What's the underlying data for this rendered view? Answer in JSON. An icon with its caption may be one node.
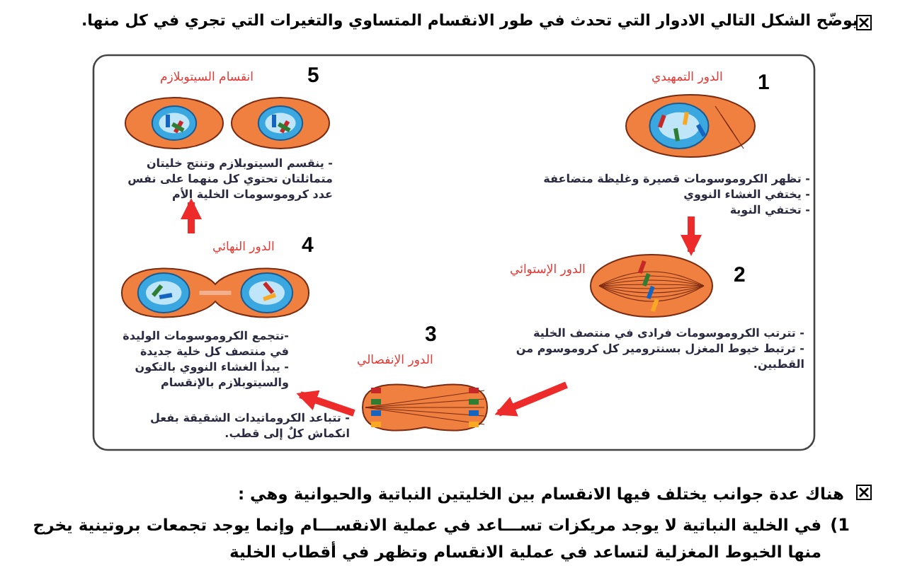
{
  "diagram": {
    "title": "يوضّح الشكل التالي الادوار التي تحدث في طور الانقسام المتساوي والتغيرات التي تجري في كل منها.",
    "nodes": [
      {
        "text": [
          "1",
          "الدور التمهيدي",
          "- تظهر الكروموسومات قصيرة وغليظة متضاعفة",
          "- يختفي الغشاء النووي",
          "- تختفي النوية"
        ]
      },
      {
        "text": [
          "2",
          "الدور الإستوائي",
          "- تترتب الكروموسومات فرادى في منتصف الخلية",
          "- ترتبط خيوط المغزل بسنترومير كل كروموسوم من القطبين."
        ]
      },
      {
        "text": [
          "3",
          "الدور الإنفصالي"
        ],
        "beside": [
          "- تتباعد الكروماتيدات الشقيقة بفعل انكماش كلٌ إلى قطب."
        ]
      },
      {
        "text": [
          "4",
          "الدور النهائي",
          "-تتجمع الكروموسومات الوليدة في منتصف كل خلية جديدة",
          "- يبدأ الغشاء النووي بالتكون والسيتوبلازم بالإنقسام"
        ]
      },
      {
        "text": [
          "5",
          "انقسام السيتوبلازم",
          "- ينقسم السيتوبلازم وتنتج خليتان متماثلتان تحتوي كل منهما على نفس عدد كروموسومات الخلية الأم"
        ]
      }
    ],
    "edges": [
      {
        "from": 0,
        "to": 1,
        "arrow": "to"
      },
      {
        "from": 1,
        "to": 2,
        "arrow": "to"
      },
      {
        "from": 2,
        "to": 3,
        "arrow": "to"
      },
      {
        "from": 3,
        "to": 4,
        "arrow": "to"
      }
    ],
    "labels": [
      "هناك عدة جوانب يختلف فيها الانقسام بين الخليتين النباتية والحيوانية وهي :",
      "1)",
      "في الخلية النباتية لا يوجد مريكزات تســـاعد في عملية الانقســـام وإنما يوجد تجمعات بروتينية يخرج منها الخيوط المغزلية لتساعد في عملية الانقسام وتظهر في أقطاب الخلية"
    ]
  }
}
